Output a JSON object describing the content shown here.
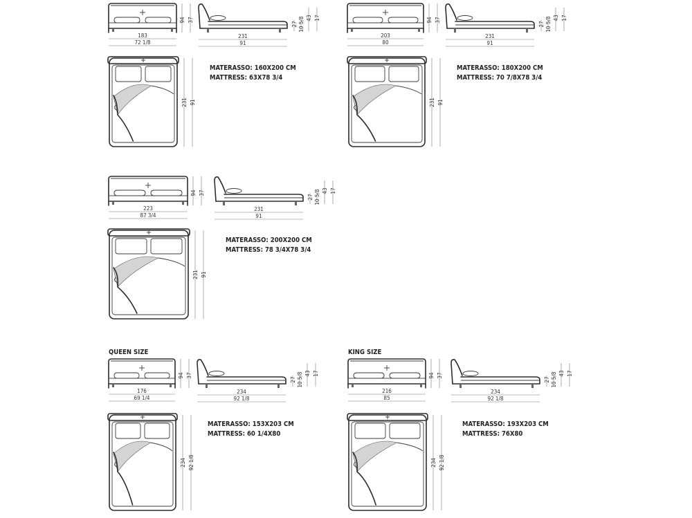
{
  "beds": [
    {
      "section_title": "",
      "front_width_cm": "183",
      "front_width_in": "72 1/8",
      "front_height_cm": "94",
      "headboard_cm": "37",
      "side_length_cm": "231",
      "side_length_in": "91",
      "side_heights": [
        "27",
        "10 5/8",
        "43",
        "17"
      ],
      "plan_length_cm": "231",
      "plan_length_in": "91",
      "mattress_label_it": "MATERASSO: 160X200 CM",
      "mattress_label_en": "MATTRESS: 63X78 3/4"
    },
    {
      "section_title": "",
      "front_width_cm": "203",
      "front_width_in": "80",
      "front_height_cm": "94",
      "headboard_cm": "37",
      "side_length_cm": "231",
      "side_length_in": "91",
      "side_heights": [
        "27",
        "10 5/8",
        "43",
        "17"
      ],
      "plan_length_cm": "231",
      "plan_length_in": "91",
      "mattress_label_it": "MATERASSO: 180X200 CM",
      "mattress_label_en": "MATTRESS: 70 7/8X78 3/4"
    },
    {
      "section_title": "",
      "front_width_cm": "223",
      "front_width_in": "87 3/4",
      "front_height_cm": "94",
      "headboard_cm": "37",
      "side_length_cm": "231",
      "side_length_in": "91",
      "side_heights": [
        "27",
        "10 5/8",
        "43",
        "17"
      ],
      "plan_length_cm": "231",
      "plan_length_in": "91",
      "mattress_label_it": "MATERASSO: 200X200 CM",
      "mattress_label_en": "MATTRESS: 78 3/4X78 3/4"
    },
    {
      "section_title": "QUEEN SIZE",
      "front_width_cm": "176",
      "front_width_in": "69 1/4",
      "front_height_cm": "94",
      "headboard_cm": "37",
      "side_length_cm": "234",
      "side_length_in": "92 1/8",
      "side_heights": [
        "27",
        "10 5/8",
        "43",
        "17"
      ],
      "plan_length_cm": "234",
      "plan_length_in": "92 1/8",
      "mattress_label_it": "MATERASSO: 153X203 CM",
      "mattress_label_en": "MATTRESS: 60 1/4X80"
    },
    {
      "section_title": "KING SIZE",
      "front_width_cm": "216",
      "front_width_in": "85",
      "front_height_cm": "94",
      "headboard_cm": "37",
      "side_length_cm": "234",
      "side_length_in": "92 1/8",
      "side_heights": [
        "27",
        "10 5/8",
        "43",
        "17"
      ],
      "plan_length_cm": "234",
      "plan_length_in": "92 1/8",
      "mattress_label_it": "MATERASSO: 193X203 CM",
      "mattress_label_en": "MATTRESS: 76X80"
    }
  ]
}
